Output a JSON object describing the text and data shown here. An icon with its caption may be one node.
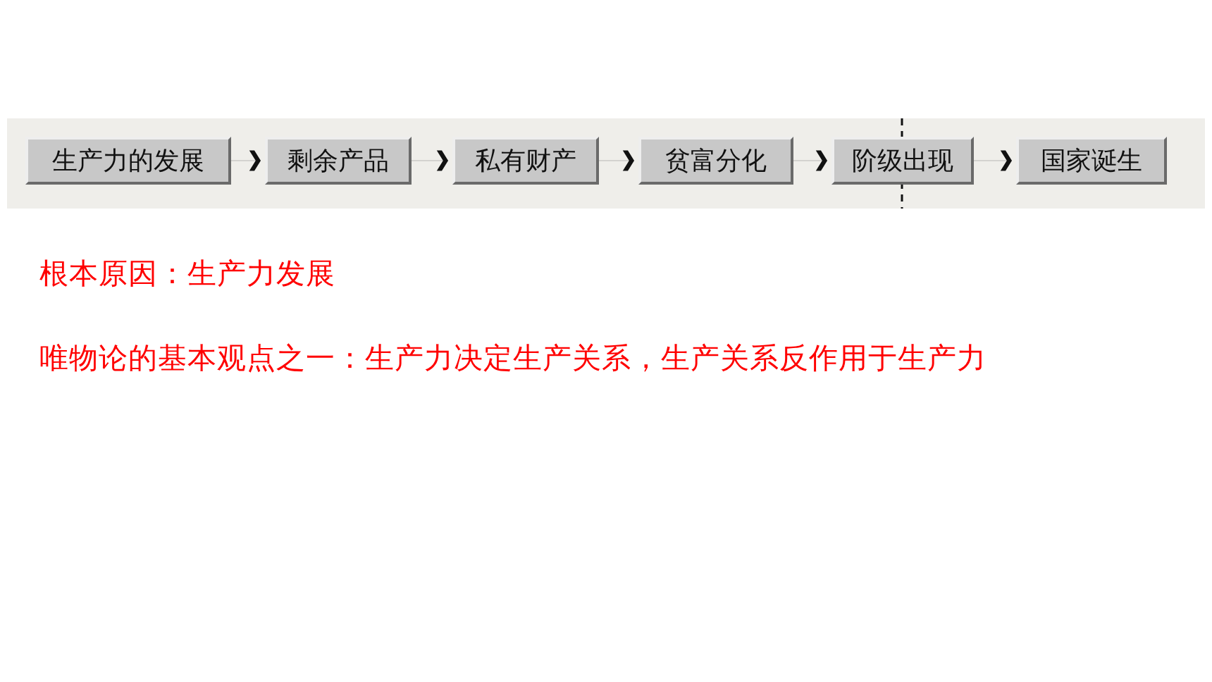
{
  "diagram": {
    "nodes": [
      {
        "text": [
          "生产力的发展"
        ]
      },
      {
        "text": [
          "剩余产品"
        ]
      },
      {
        "text": [
          "私有财产"
        ]
      },
      {
        "text": [
          "贫富分化"
        ]
      },
      {
        "text": [
          "阶级出现"
        ]
      },
      {
        "text": [
          "国家诞生"
        ]
      }
    ],
    "edges": [
      {
        "from": 0,
        "to": 1,
        "arrow": "to"
      },
      {
        "from": 1,
        "to": 2,
        "arrow": "to"
      },
      {
        "from": 2,
        "to": 3,
        "arrow": "to"
      },
      {
        "from": 3,
        "to": 4,
        "arrow": "to"
      },
      {
        "from": 4,
        "to": 5,
        "arrow": "to"
      }
    ],
    "labels": [
      "根本原因：生产力发展",
      "唯物论的基本观点之一：生产力决定生产关系，生产关系反作用于生产力"
    ]
  }
}
